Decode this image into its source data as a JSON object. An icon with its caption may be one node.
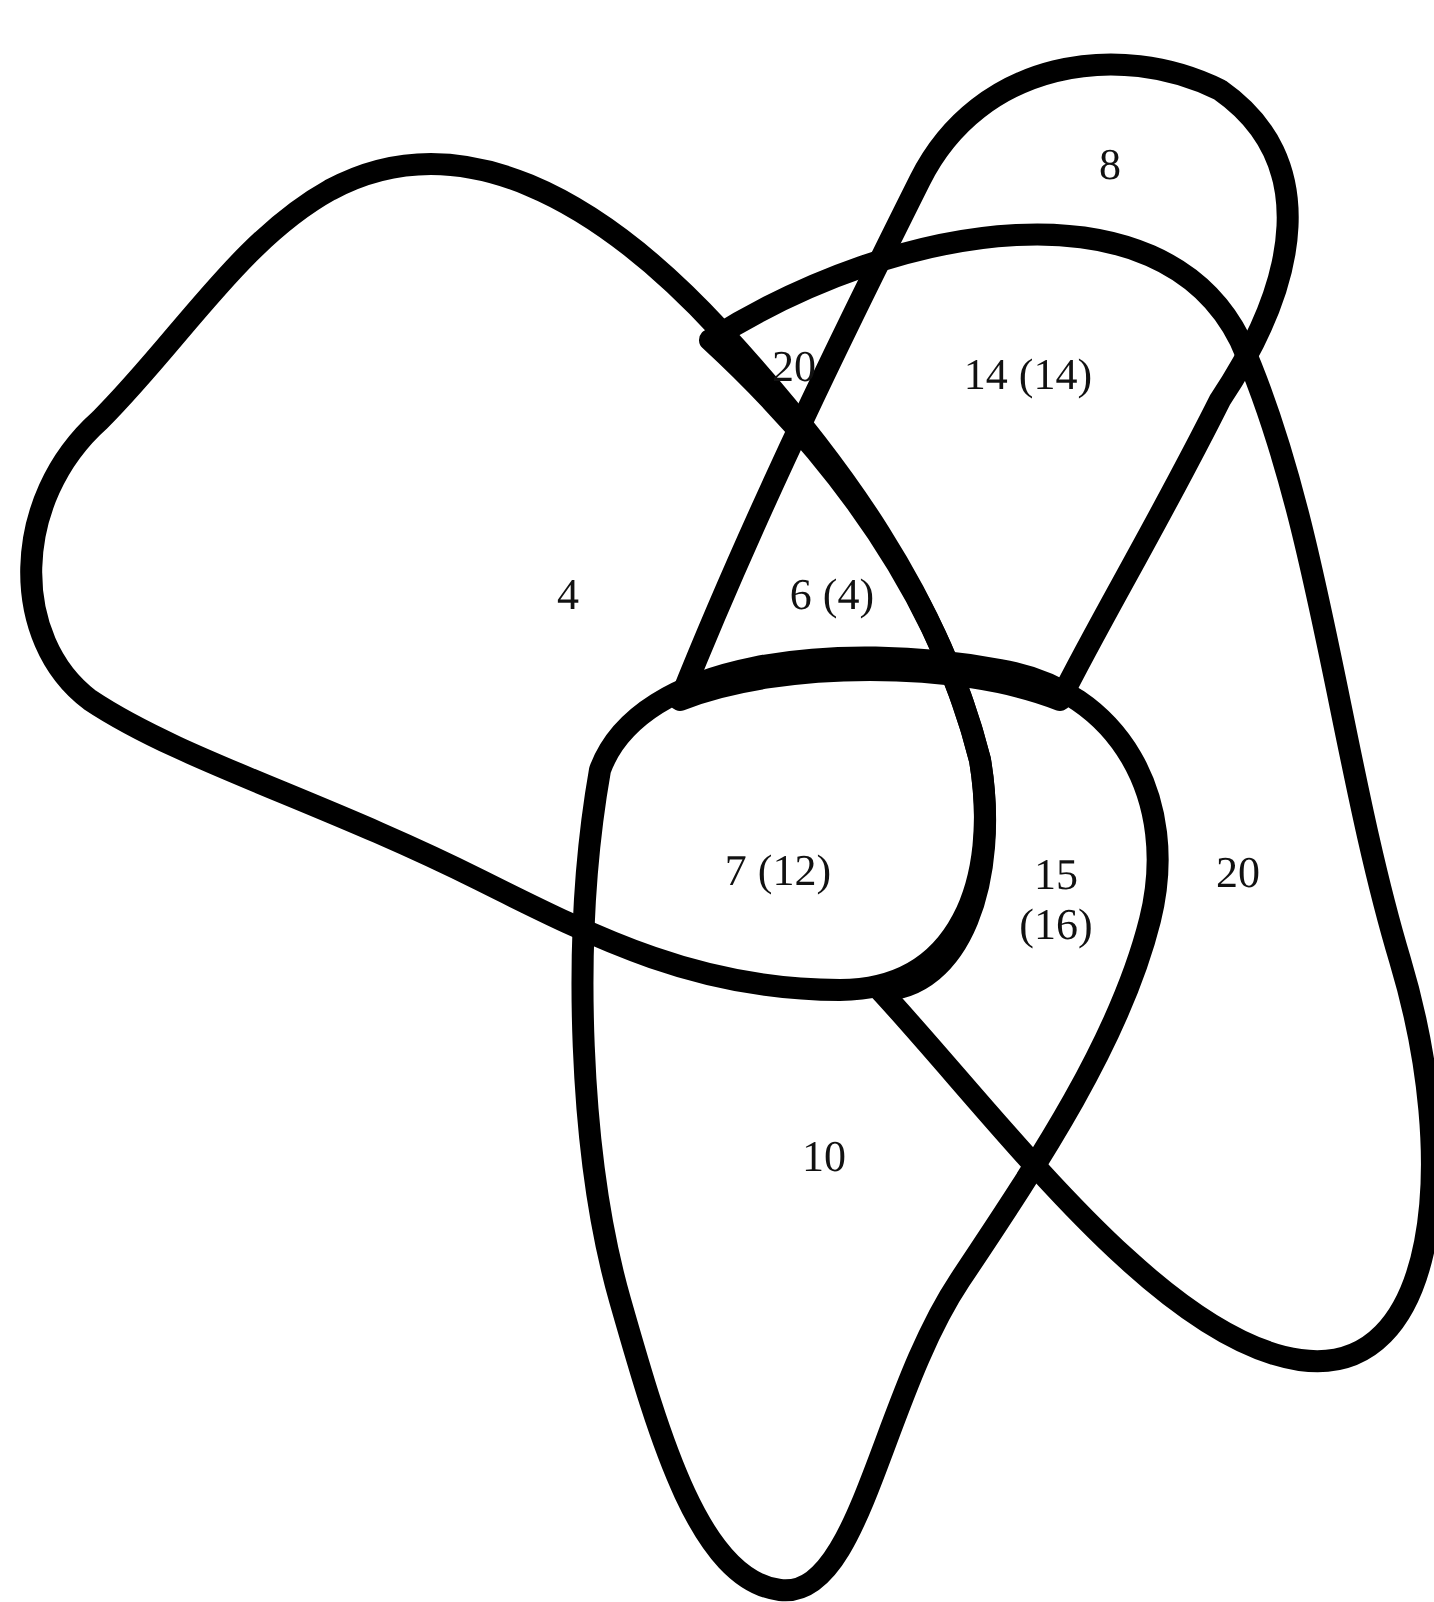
{
  "diagram": {
    "nodes": [
      {
        "text": [],
        "shape": "blob"
      },
      {
        "text": [],
        "shape": "blob"
      },
      {
        "text": [],
        "shape": "blob"
      },
      {
        "text": [],
        "shape": "blob"
      }
    ],
    "labels": [
      "8",
      "20",
      "14 (14)",
      "4",
      "6 (4)",
      "7 (12)",
      "15 (16)",
      "20",
      "10"
    ]
  }
}
